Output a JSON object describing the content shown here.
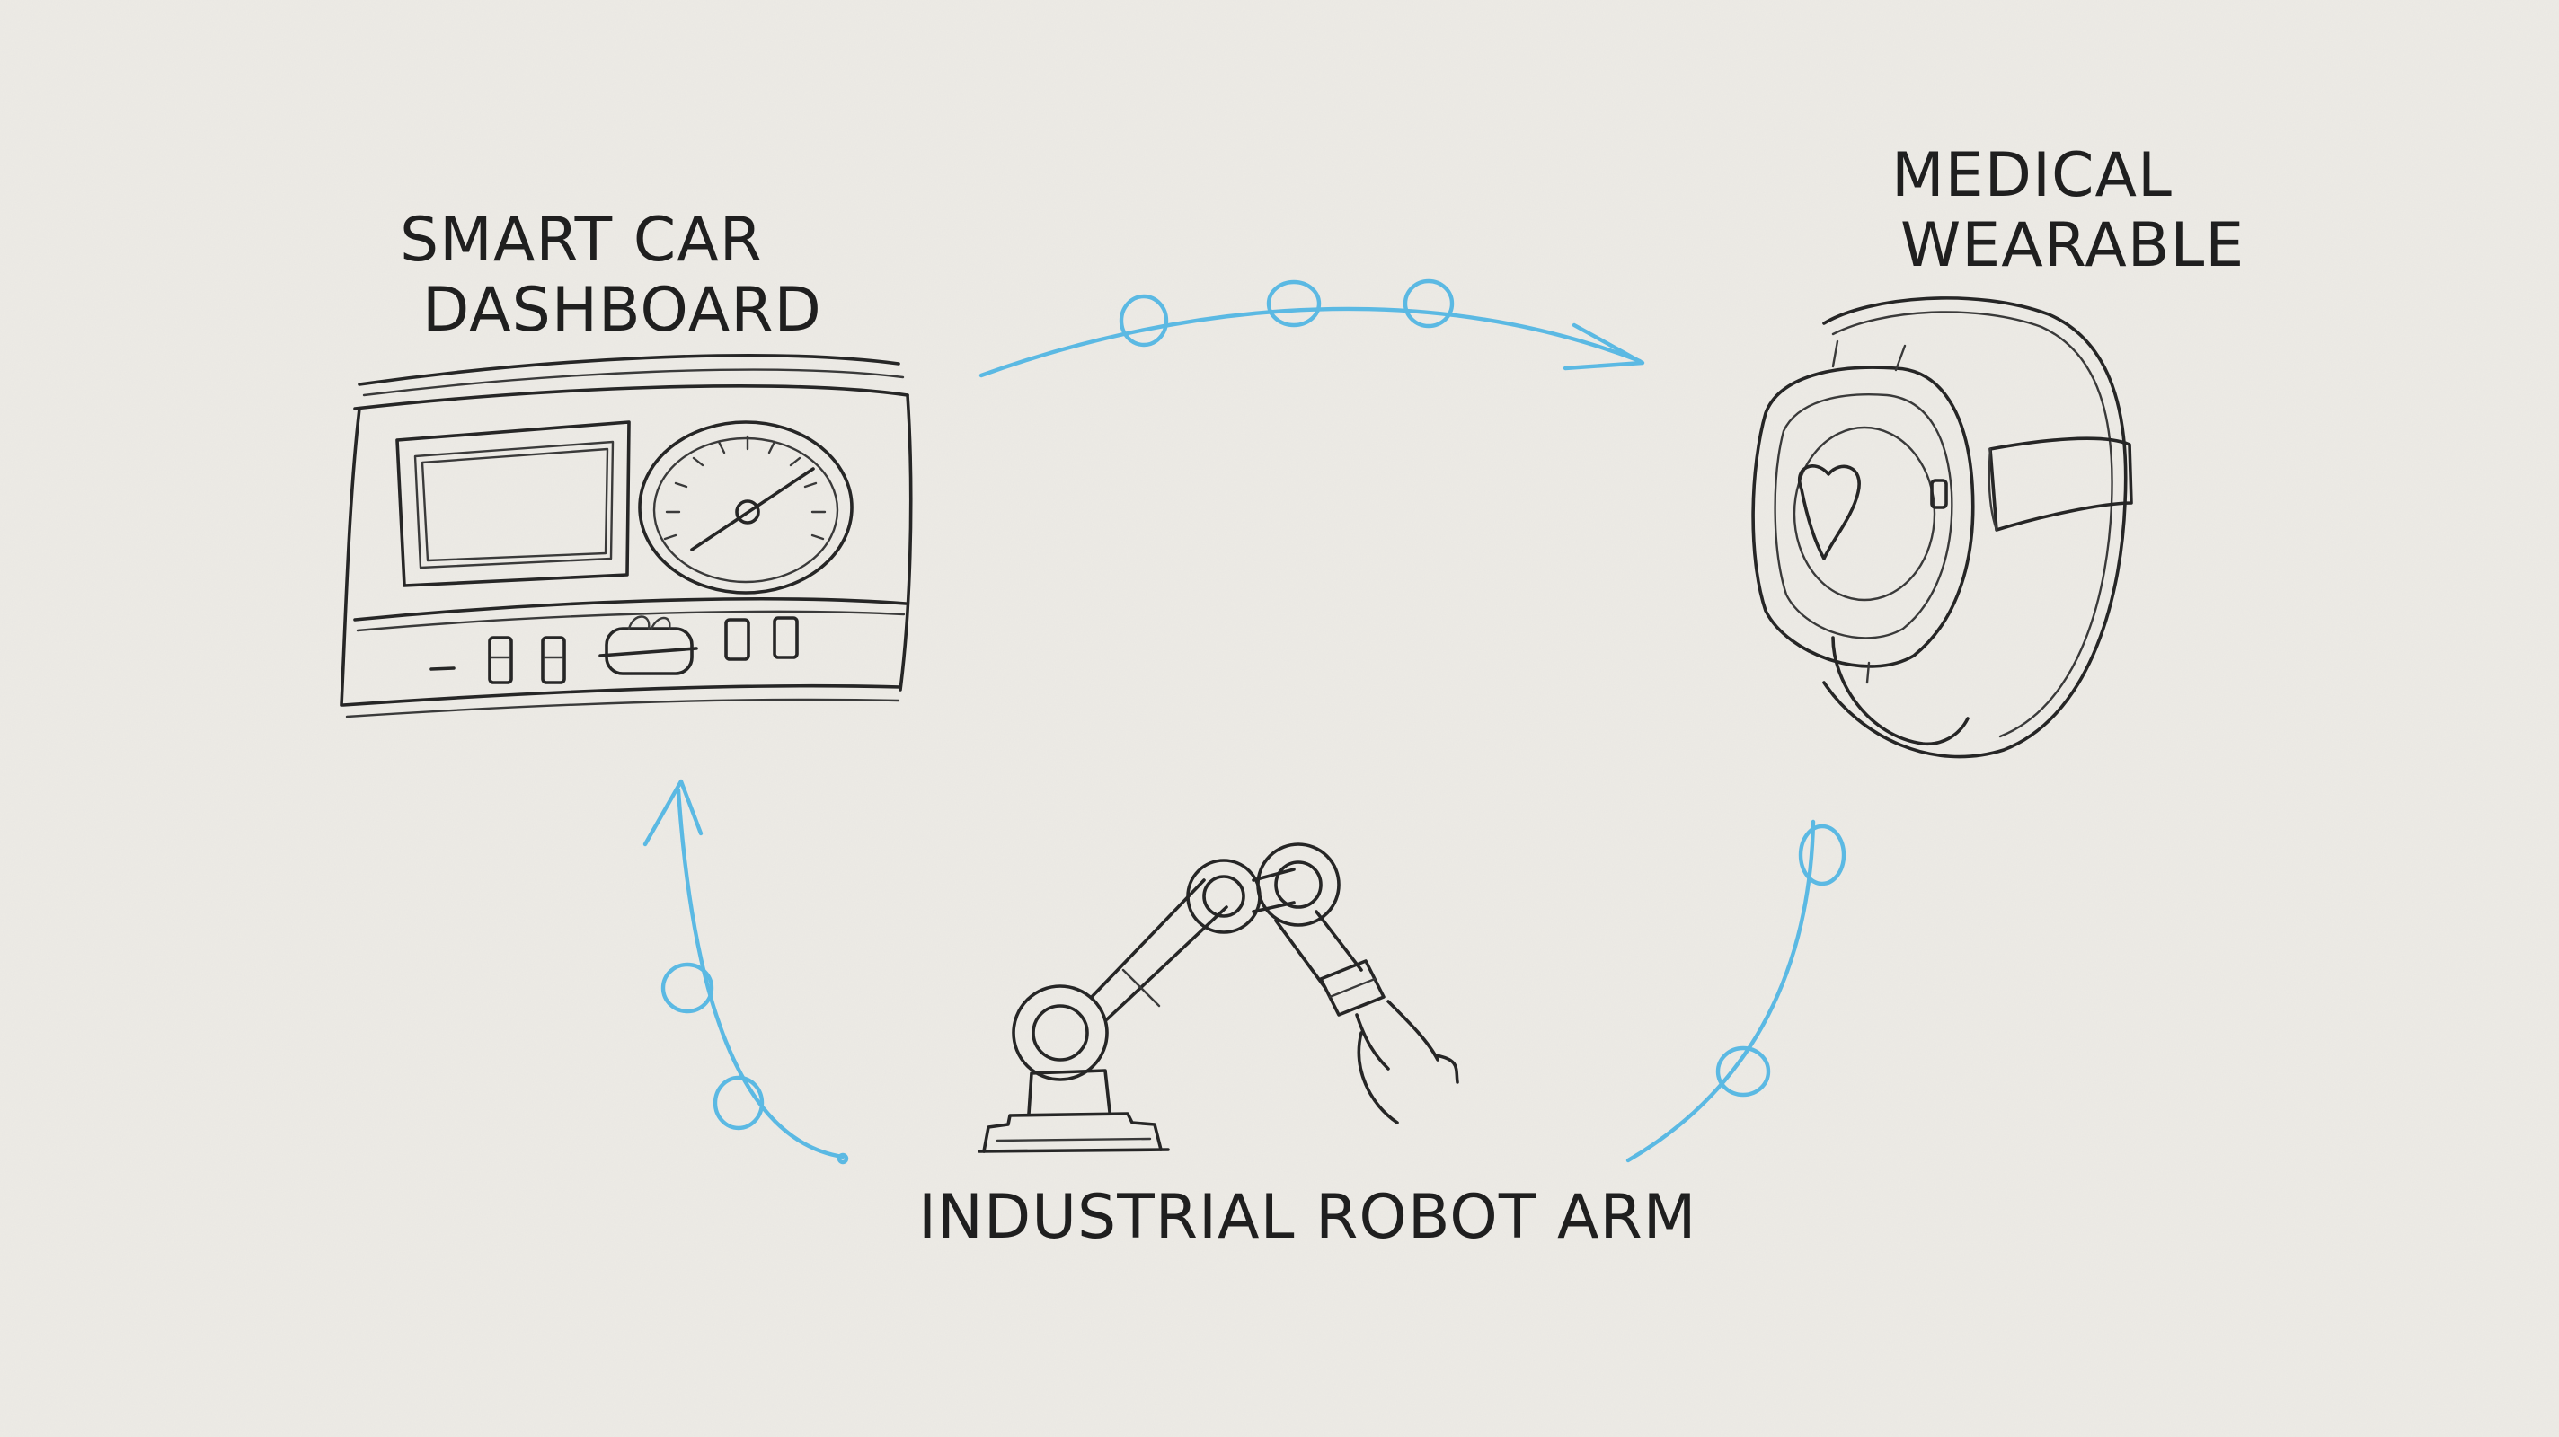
{
  "nodes": {
    "car": {
      "label_line1": "SMART CAR",
      "label_line2": "DASHBOARD"
    },
    "wearable": {
      "label_line1": "MEDICAL",
      "label_line2": "WEARABLE"
    },
    "robot": {
      "label": "INDUSTRIAL ROBOT ARM"
    }
  },
  "flows": [
    {
      "from": "car",
      "to": "wearable"
    },
    {
      "from": "wearable",
      "to": "robot"
    },
    {
      "from": "robot",
      "to": "car"
    }
  ],
  "colors": {
    "paper": "#edebe6",
    "ink": "#262626",
    "flow": "#5bb9e3"
  }
}
